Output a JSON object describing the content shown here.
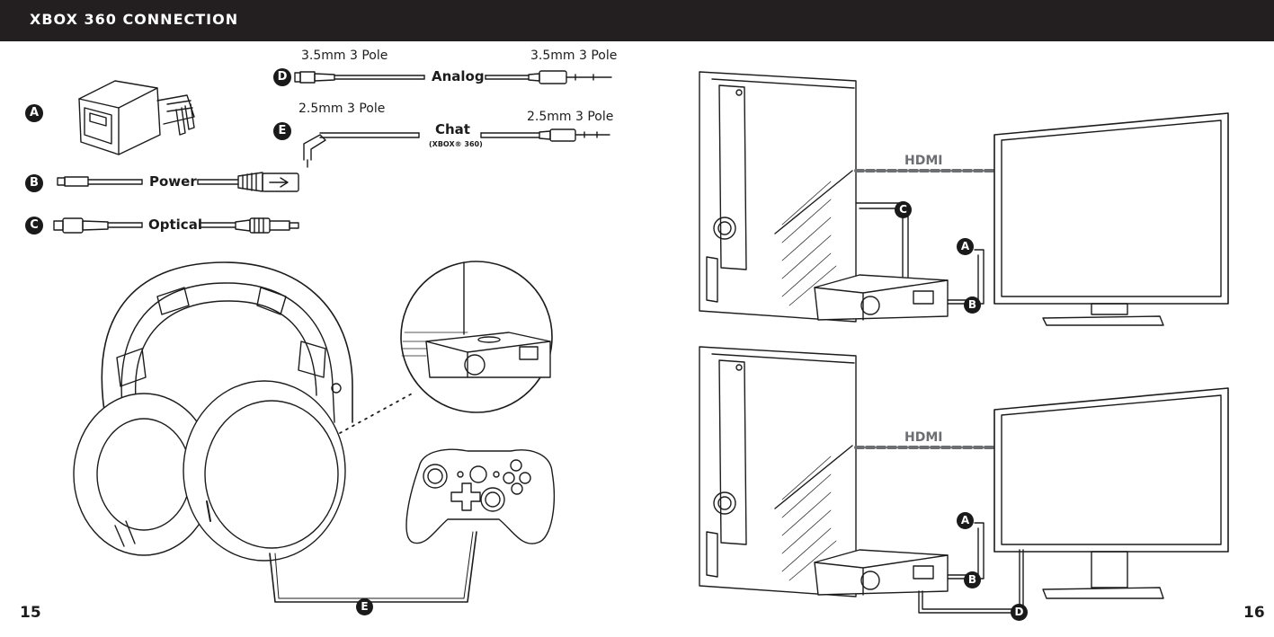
{
  "header": {
    "title": "XBOX 360 CONNECTION"
  },
  "pages": {
    "left": "15",
    "right": "16"
  },
  "cables": {
    "a": {
      "badge": "A"
    },
    "b": {
      "badge": "B",
      "label": "Power"
    },
    "c": {
      "badge": "C",
      "label": "Optical"
    },
    "d": {
      "badge": "D",
      "label": "Analog",
      "left_end": "3.5mm 3 Pole",
      "right_end": "3.5mm 3 Pole"
    },
    "e": {
      "badge": "E",
      "label": "Chat",
      "sublabel": "(XBOX® 360)",
      "left_end": "2.5mm 3 Pole",
      "right_end": "2.5mm 3 Pole"
    }
  },
  "setup_top": {
    "hdmi": "HDMI",
    "c": "C",
    "a": "A",
    "b": "B"
  },
  "setup_bottom": {
    "hdmi": "HDMI",
    "a": "A",
    "b": "B",
    "d": "D"
  },
  "controller_badge": "E",
  "colors": {
    "header_bg": "#231f20",
    "ink": "#1c1c1c",
    "hdmi_gray": "#6d6e71"
  }
}
